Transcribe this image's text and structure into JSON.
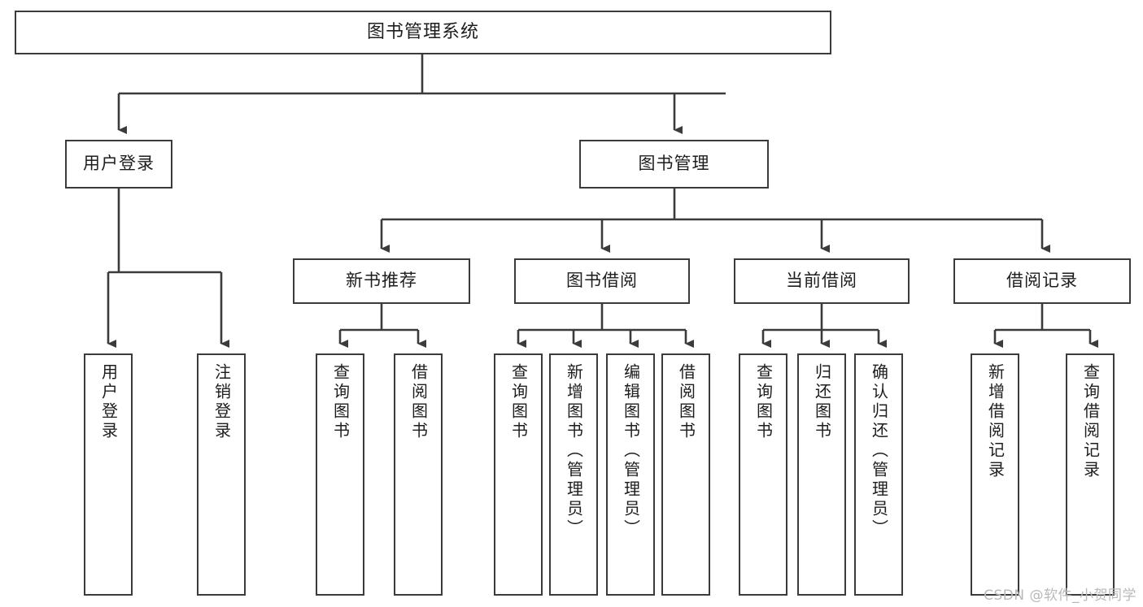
{
  "diagram": {
    "title": "图书管理系统",
    "type": "tree",
    "watermark": "CSDN @软件_小贺同学",
    "colors": {
      "background": "#ffffff",
      "border": "#3b3b3b",
      "line": "#3b3b3b",
      "text": "#1d1d1d",
      "watermark": "#b9b9b9"
    },
    "nodes": {
      "root": {
        "label": "图书管理系统"
      },
      "level2": [
        {
          "label": "用户登录"
        },
        {
          "label": "图书管理"
        }
      ],
      "level3": [
        {
          "label": "新书推荐"
        },
        {
          "label": "图书借阅"
        },
        {
          "label": "当前借阅"
        },
        {
          "label": "借阅记录"
        }
      ],
      "leaves_user_login": [
        {
          "label": "用户登录"
        },
        {
          "label": "注销登录"
        }
      ],
      "leaves_new_book": [
        {
          "label": "查询图书"
        },
        {
          "label": "借阅图书"
        }
      ],
      "leaves_borrow": [
        {
          "label": "查询图书"
        },
        {
          "label": "新增图书（管理员）"
        },
        {
          "label": "编辑图书（管理员）"
        },
        {
          "label": "借阅图书"
        }
      ],
      "leaves_current": [
        {
          "label": "查询图书"
        },
        {
          "label": "归还图书"
        },
        {
          "label": "确认归还（管理员）"
        }
      ],
      "leaves_records": [
        {
          "label": "新增借阅记录"
        },
        {
          "label": "查询借阅记录"
        }
      ]
    }
  }
}
